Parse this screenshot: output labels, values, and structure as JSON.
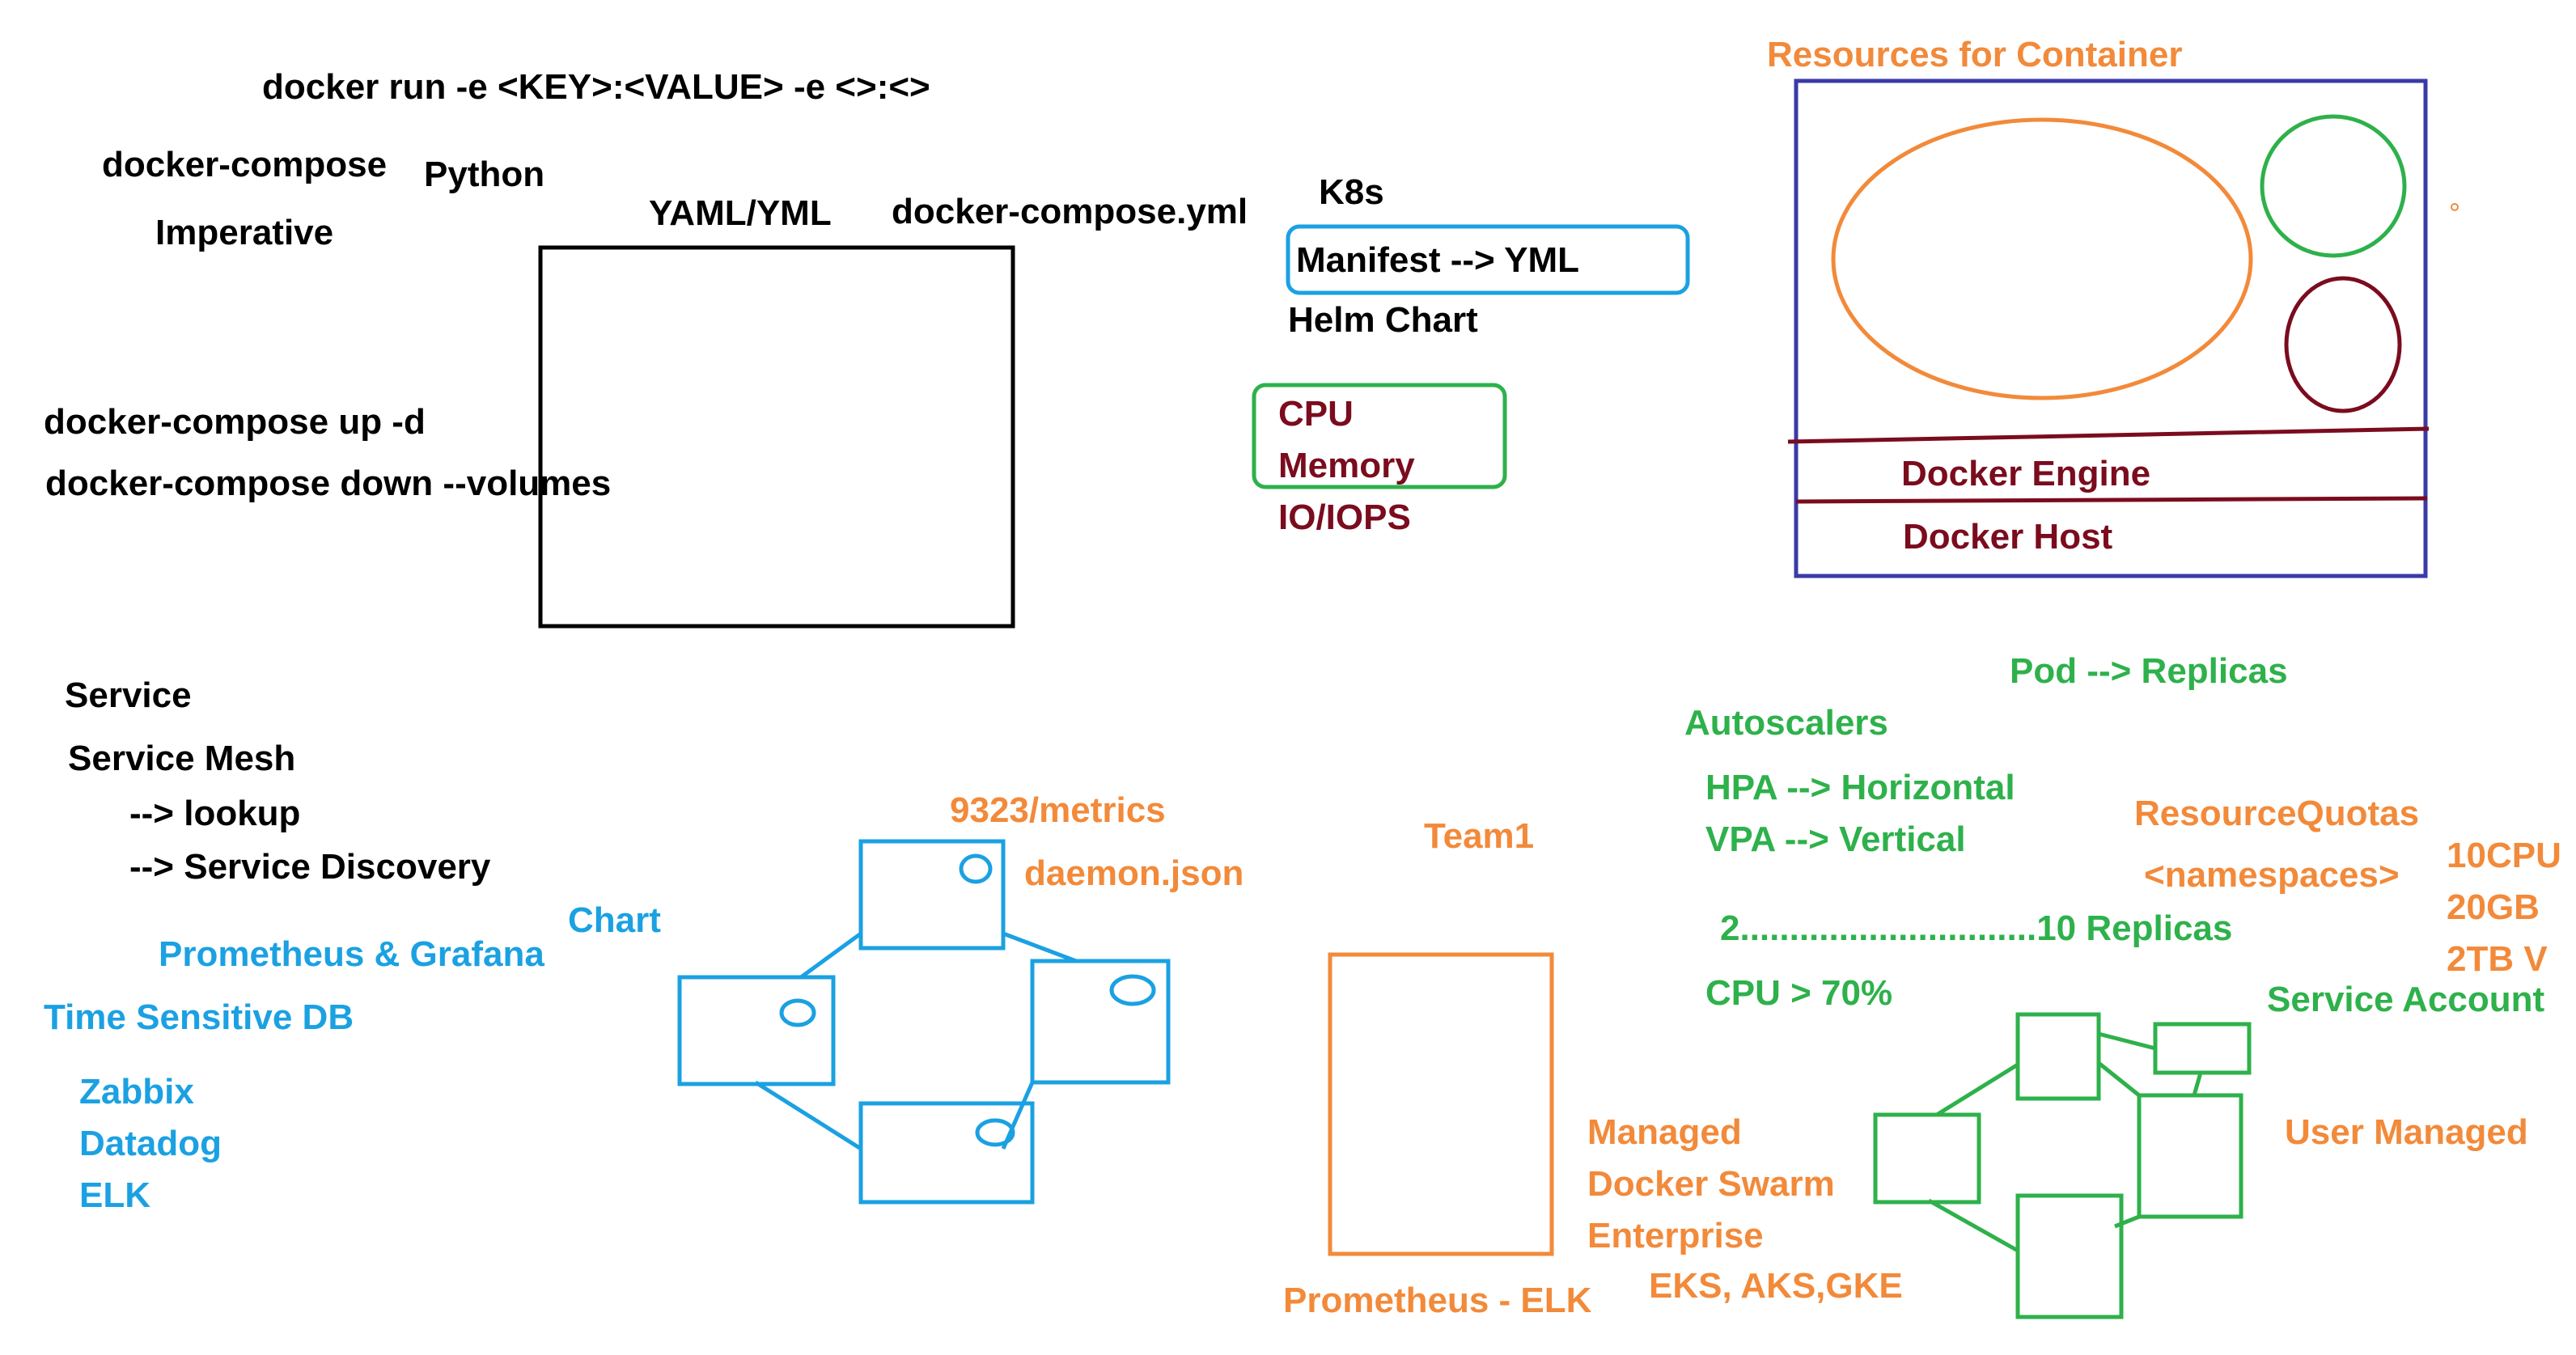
{
  "colors": {
    "black": "#000000",
    "blue": "#1ba1e2",
    "orange": "#f28a3a",
    "green": "#2eb14b",
    "maroon": "#7a0c1e",
    "navy": "#3a3aa8"
  },
  "docker": {
    "run_cmd": "docker run -e <KEY>:<VALUE> -e <>:<>",
    "compose": "docker-compose",
    "python": "Python",
    "imperative": "Imperative",
    "yaml": "YAML/YML",
    "compose_file": "docker-compose.yml",
    "compose_up": "docker-compose up -d",
    "compose_down": "docker-compose down --volumes"
  },
  "k8s": {
    "title": "K8s",
    "manifest": "Manifest --> YML",
    "helm": "Helm Chart"
  },
  "resources": {
    "cpu": "CPU",
    "memory": "Memory",
    "io": "IO/IOPS"
  },
  "container_diagram": {
    "title": "Resources for Container",
    "engine": "Docker Engine",
    "host": "Docker Host"
  },
  "service": {
    "service": "Service",
    "mesh": "Service Mesh",
    "lookup": "--> lookup",
    "discovery": "--> Service Discovery"
  },
  "monitoring": {
    "chart": "Chart",
    "prom_grafana": "Prometheus & Grafana",
    "tsdb": "Time Sensitive DB",
    "zabbix": "Zabbix",
    "datadog": "Datadog",
    "elk": "ELK",
    "metrics": "9323/metrics",
    "daemon": "daemon.json",
    "team": "Team1",
    "prom_elk": "Prometheus - ELK"
  },
  "scaling": {
    "pod_replicas": "Pod --> Replicas",
    "autoscalers": "Autoscalers",
    "hpa": "HPA --> Horizontal",
    "vpa": "VPA -->  Vertical",
    "replicas_range": "2..............................10 Replicas",
    "cpu_threshold": "CPU > 70%"
  },
  "quotas": {
    "title": "ResourceQuotas",
    "ns": "<namespaces>",
    "cpu": "10CPU",
    "mem": "20GB",
    "storage": "2TB V"
  },
  "accounts": {
    "service_account": "Service Account",
    "user_managed": "User Managed"
  },
  "managed": {
    "managed": "Managed",
    "swarm": "Docker Swarm",
    "enterprise": "Enterprise",
    "clouds": "EKS, AKS,GKE"
  }
}
